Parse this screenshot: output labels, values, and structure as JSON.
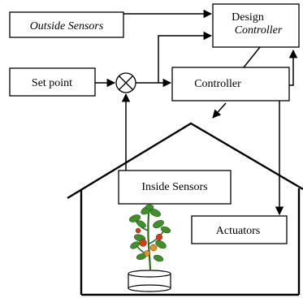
{
  "nodes": {
    "outside_sensors": "Outside Sensors",
    "design_controller_line1": "Design",
    "design_controller_line2": "Controller",
    "set_point": "Set point",
    "controller": "Controller",
    "inside_sensors": "Inside Sensors",
    "actuators": "Actuators"
  },
  "icons": {
    "summing_junction": "summing-junction-icon",
    "plant": "tomato-plant-icon"
  },
  "colors": {
    "stroke": "#000000",
    "leaf": "#3f8f2a",
    "tomato_red": "#d23a1e",
    "tomato_orange": "#e8902a"
  }
}
